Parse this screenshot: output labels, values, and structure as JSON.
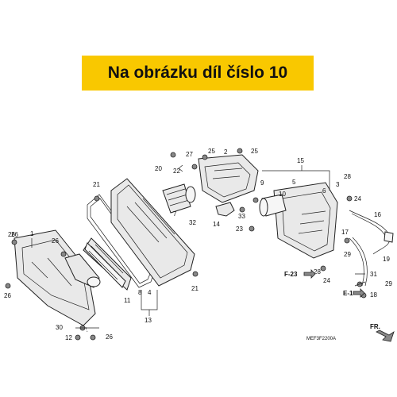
{
  "banner": {
    "title": "Na obrázku díl číslo 10"
  },
  "diagram": {
    "part_numbers": [
      "1",
      "2",
      "3",
      "4",
      "5",
      "6",
      "7",
      "8",
      "9",
      "10",
      "11",
      "12",
      "13",
      "14",
      "15",
      "16",
      "17",
      "18",
      "19",
      "20",
      "21",
      "22",
      "23",
      "24",
      "25",
      "26",
      "27",
      "28",
      "29",
      "30",
      "31",
      "32",
      "33"
    ],
    "labels": {
      "n1": "1",
      "n2": "2",
      "n3": "3",
      "n4": "4",
      "n5": "5",
      "n6": "6",
      "n7": "7",
      "n8": "8",
      "n9": "9",
      "n10": "10",
      "n11": "11",
      "n12": "12",
      "n13": "13",
      "n14": "14",
      "n15": "15",
      "n16": "16",
      "n17": "17",
      "n18": "18",
      "n19": "19",
      "n20": "20",
      "n21": "21",
      "n22": "22",
      "n23": "23",
      "n24": "24",
      "n25": "25",
      "n26": "26",
      "n27": "27",
      "n28": "28",
      "n29": "29",
      "n30": "30",
      "n31": "31",
      "n32": "32",
      "n33": "33"
    },
    "refs": {
      "f23": "F-23",
      "e1": "E-1",
      "fr": "FR."
    },
    "code": "MEF3F2200A"
  }
}
